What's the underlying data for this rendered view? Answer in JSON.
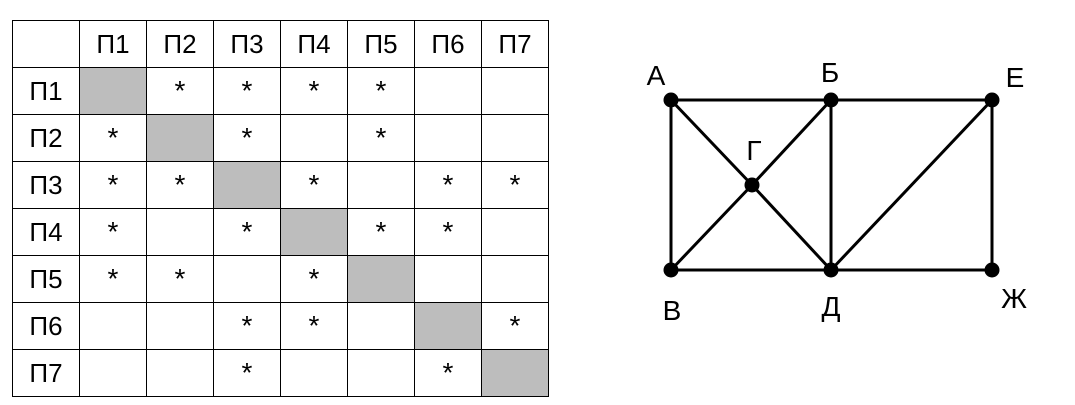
{
  "table": {
    "columns": [
      "П1",
      "П2",
      "П3",
      "П4",
      "П5",
      "П6",
      "П7"
    ],
    "rows": [
      {
        "label": "П1",
        "cells": [
          "",
          "*",
          "*",
          "*",
          "*",
          "",
          ""
        ]
      },
      {
        "label": "П2",
        "cells": [
          "*",
          "",
          "*",
          "",
          "*",
          "",
          ""
        ]
      },
      {
        "label": "П3",
        "cells": [
          "*",
          "*",
          "",
          "*",
          "",
          "*",
          "*"
        ]
      },
      {
        "label": "П4",
        "cells": [
          "*",
          "",
          "*",
          "",
          "*",
          "*",
          ""
        ]
      },
      {
        "label": "П5",
        "cells": [
          "*",
          "*",
          "",
          "*",
          "",
          "",
          ""
        ]
      },
      {
        "label": "П6",
        "cells": [
          "",
          "",
          "*",
          "*",
          "",
          "",
          "*"
        ]
      },
      {
        "label": "П7",
        "cells": [
          "",
          "",
          "*",
          "",
          "",
          "*",
          ""
        ]
      }
    ],
    "diagonal_color": "#bdbdbd"
  },
  "graph": {
    "vertices": [
      "А",
      "Б",
      "Е",
      "Г",
      "В",
      "Д",
      "Ж"
    ],
    "edges": [
      [
        "А",
        "Б"
      ],
      [
        "Б",
        "Е"
      ],
      [
        "А",
        "В"
      ],
      [
        "А",
        "Г"
      ],
      [
        "Г",
        "Д"
      ],
      [
        "Г",
        "Б"
      ],
      [
        "Г",
        "В"
      ],
      [
        "Б",
        "Д"
      ],
      [
        "Е",
        "Д"
      ],
      [
        "Е",
        "Ж"
      ],
      [
        "В",
        "Д"
      ],
      [
        "Д",
        "Ж"
      ]
    ]
  }
}
